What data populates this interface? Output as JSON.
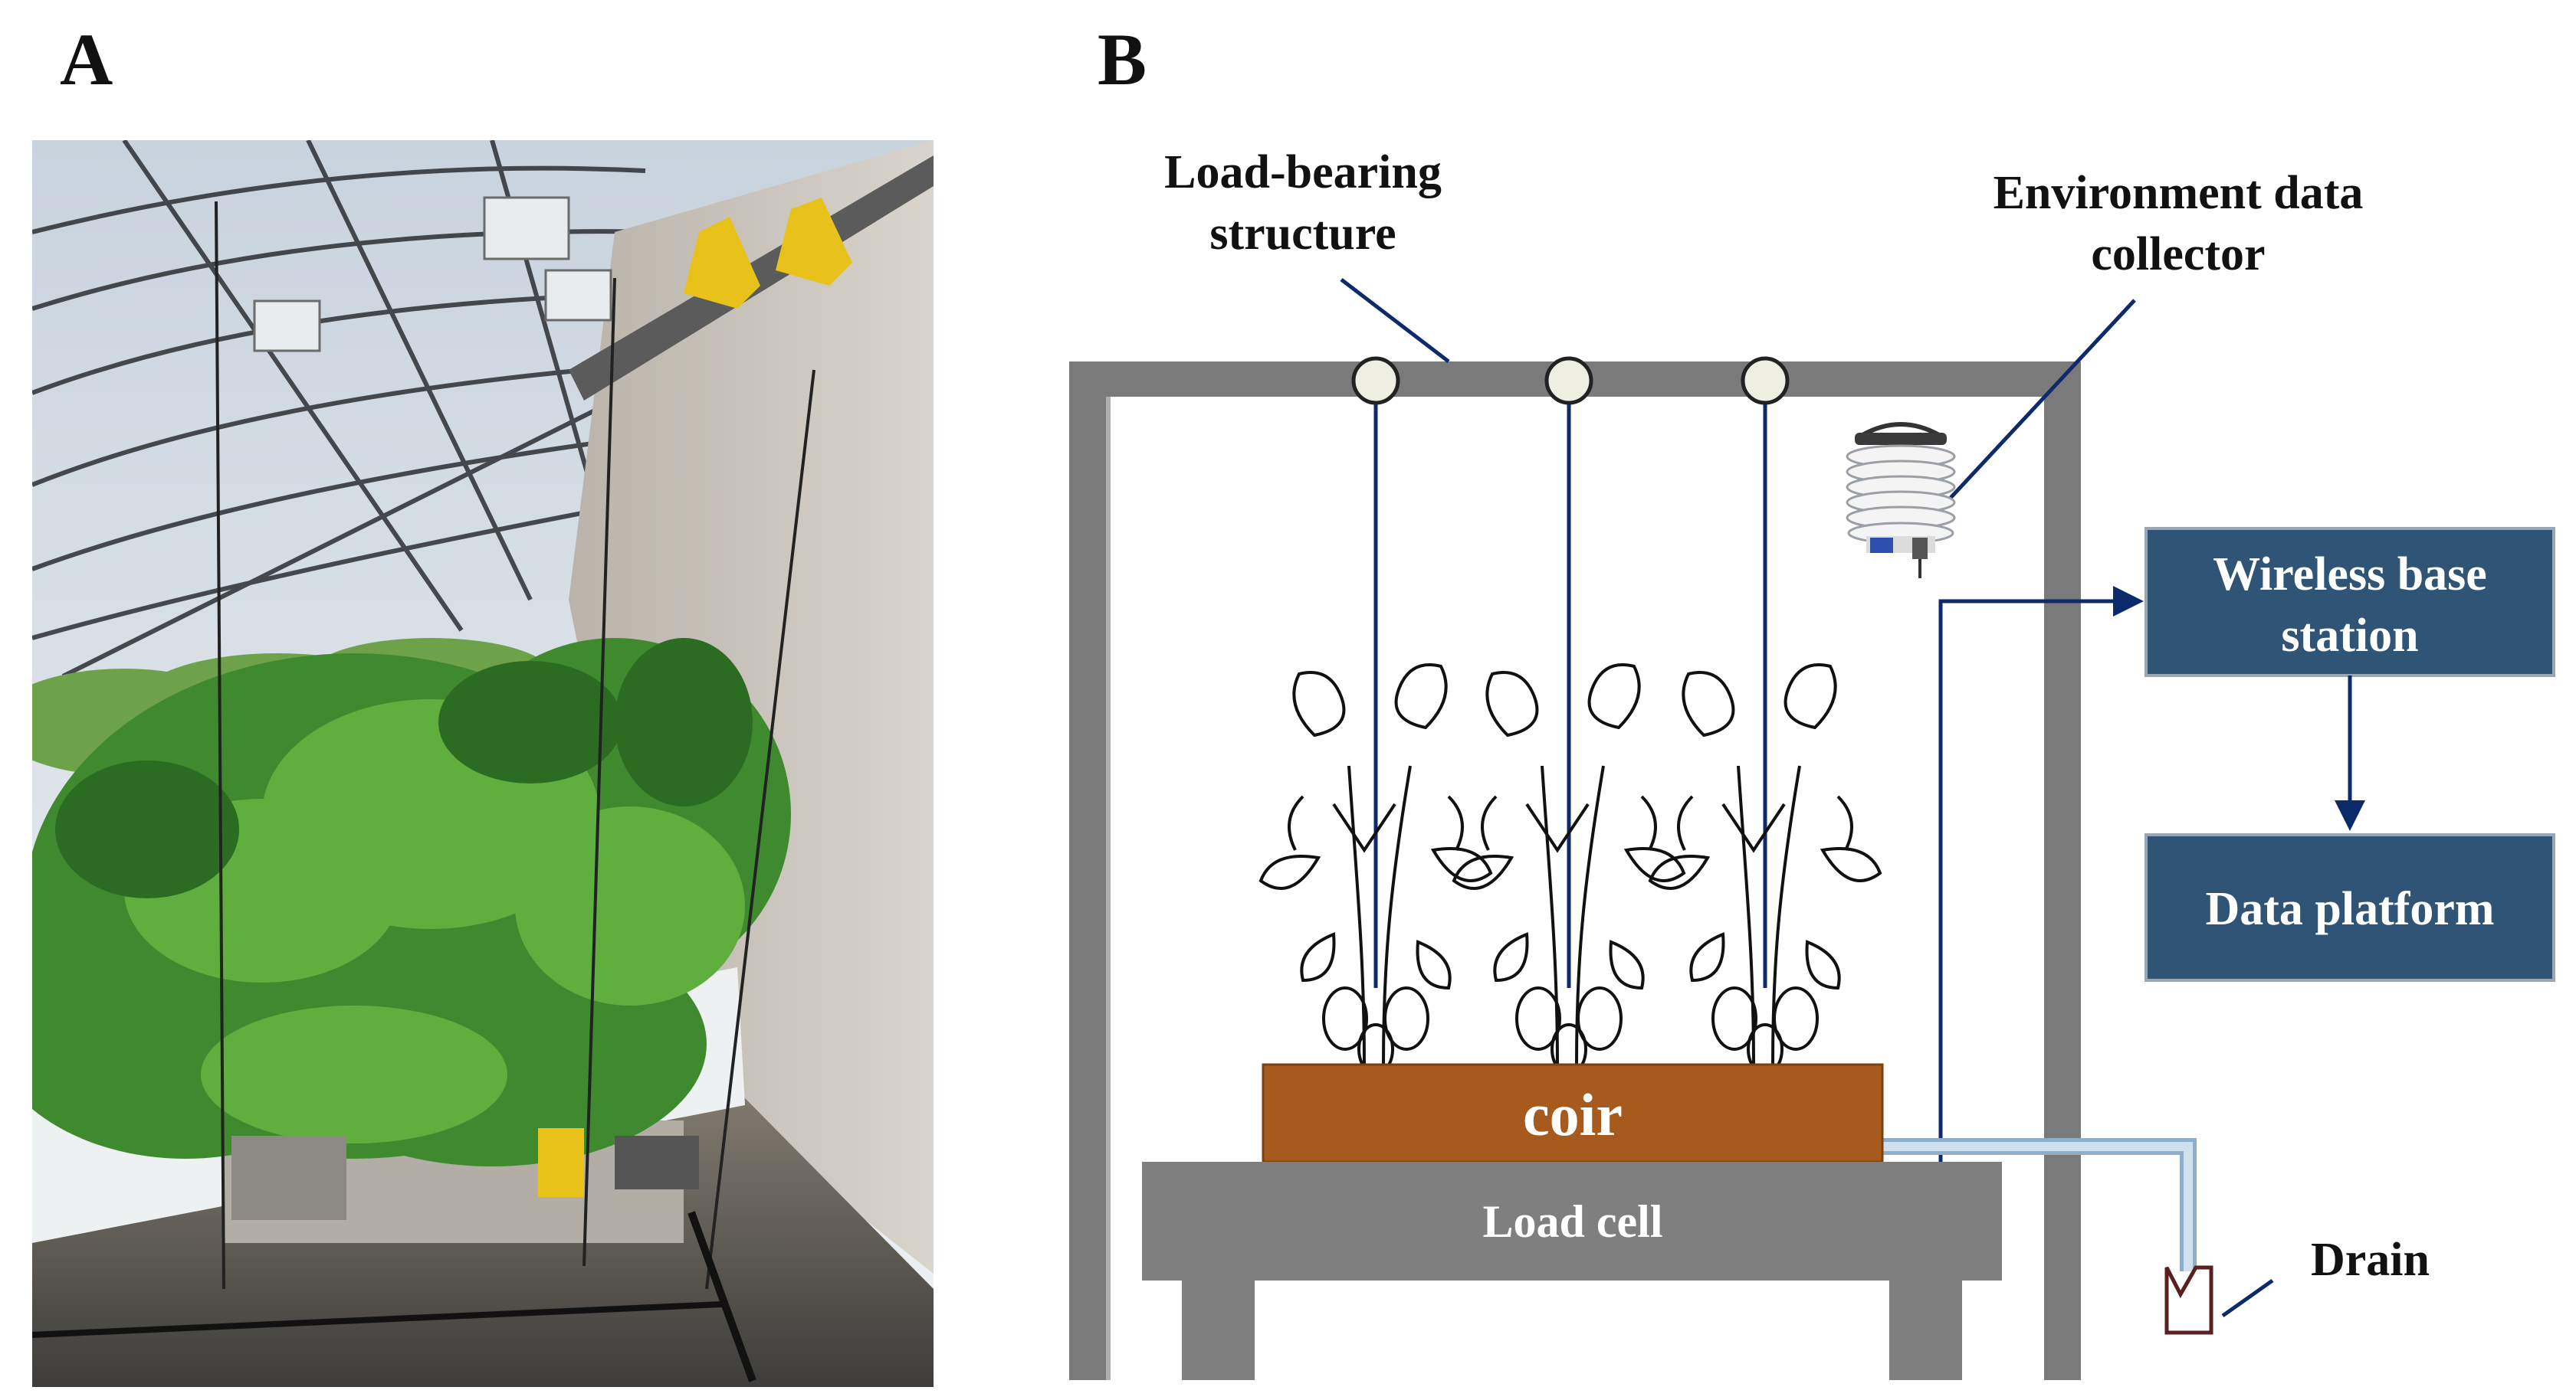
{
  "panels": {
    "a_label": "A",
    "b_label": "B"
  },
  "labels": {
    "load_bearing_line1": "Load-bearing",
    "load_bearing_line2": "structure",
    "env_line1": "Environment data",
    "env_line2": "collector",
    "wireless_line1": "Wireless base",
    "wireless_line2": "station",
    "data_platform": "Data platform",
    "coir": "coir",
    "load_cell": "Load cell",
    "drain": "Drain"
  },
  "colors": {
    "frame": "#7a7a7a",
    "load_cell": "#7f7f7f",
    "coir": "#a65a1e",
    "box": "#2f5475",
    "wire": "#0d2a6b",
    "drain_pipe": "#b7d0e8",
    "drain_cup": "#5a1f1f"
  }
}
